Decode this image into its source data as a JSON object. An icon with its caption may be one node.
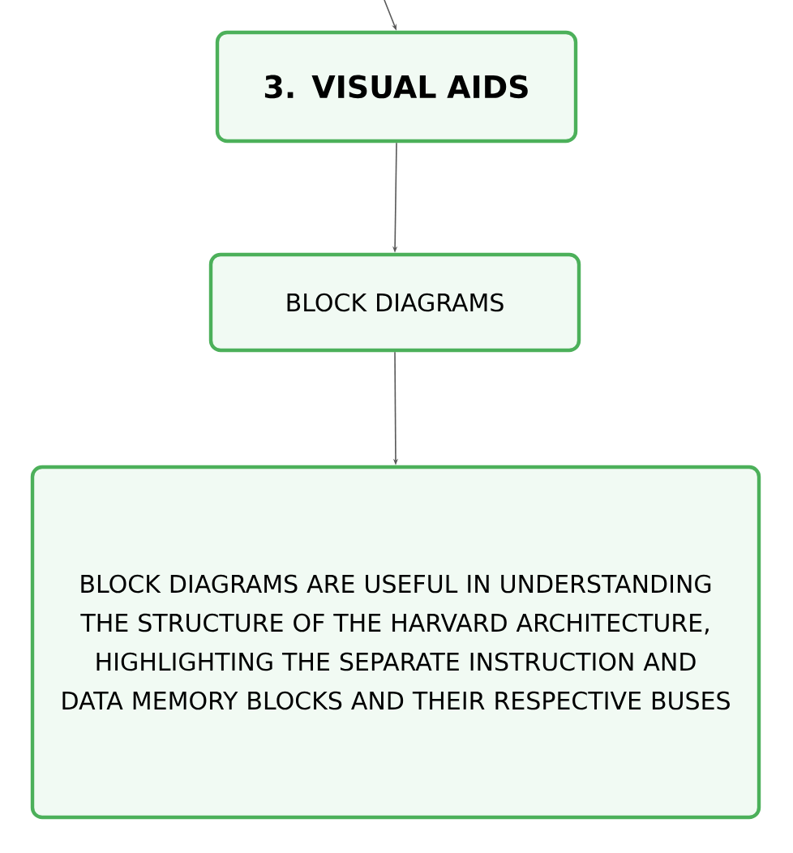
{
  "diagram": {
    "nodes": [
      {
        "text": [
          "3. VISUAL AIDS"
        ]
      },
      {
        "text": [
          "BLOCK DIAGRAMS"
        ]
      },
      {
        "text": [
          "BLOCK DIAGRAMS ARE USEFUL IN UNDERSTANDING THE STRUCTURE OF THE HARVARD ARCHITECTURE, HIGHLIGHTING THE SEPARATE INSTRUCTION AND DATA MEMORY BLOCKS AND THEIR RESPECTIVE BUSES"
        ]
      }
    ],
    "edges": [
      {
        "from": null,
        "to": 0,
        "arrow": "to"
      },
      {
        "from": 0,
        "to": 1,
        "arrow": "to"
      },
      {
        "from": 1,
        "to": 2,
        "arrow": "to"
      }
    ]
  }
}
